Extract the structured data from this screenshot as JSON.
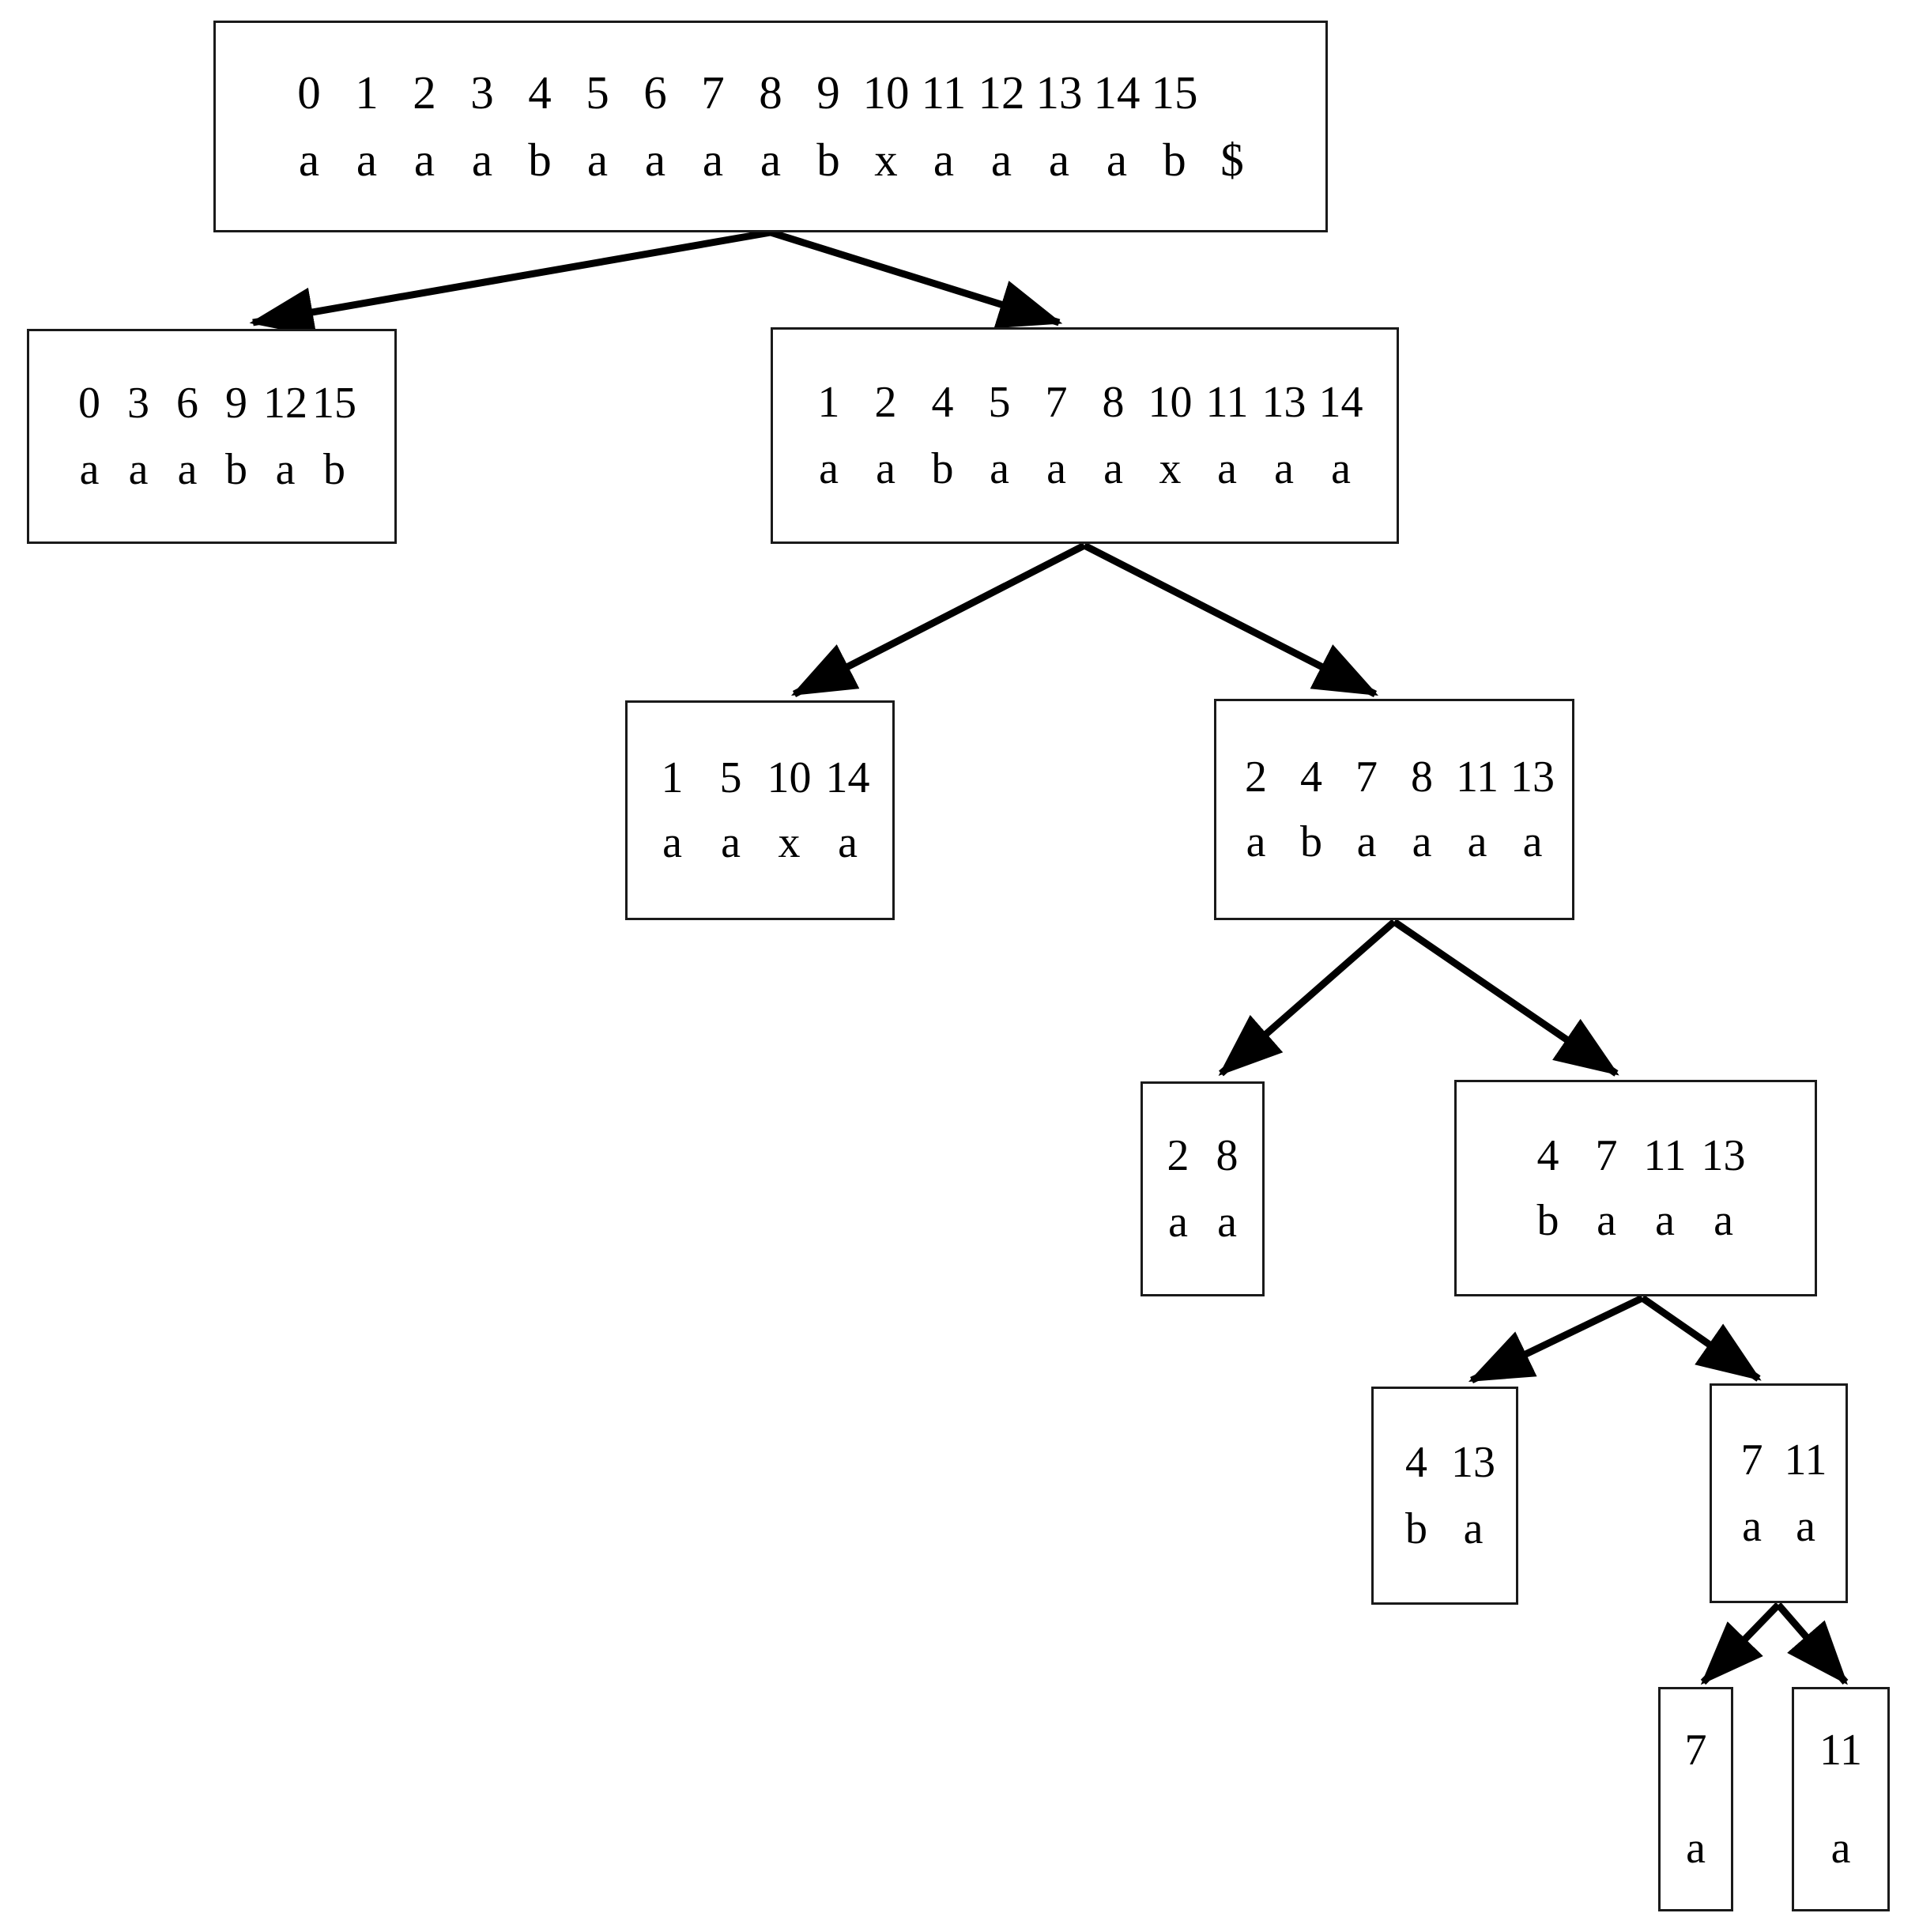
{
  "diagram": {
    "type": "partition-refinement-tree",
    "alphabet": [
      "a",
      "b",
      "x",
      "$"
    ],
    "edge_color": "#000000",
    "box_border_color": "#1a1a1a",
    "background_color": "#ffffff",
    "nodes": [
      {
        "id": "root",
        "level": 0,
        "indices": [
          "0",
          "1",
          "2",
          "3",
          "4",
          "5",
          "6",
          "7",
          "8",
          "9",
          "10",
          "11",
          "12",
          "13",
          "14",
          "15"
        ],
        "chars": [
          "a",
          "a",
          "a",
          "a",
          "b",
          "a",
          "a",
          "a",
          "a",
          "b",
          "x",
          "a",
          "a",
          "a",
          "a",
          "b"
        ],
        "extra_char": "$"
      },
      {
        "id": "l1-left",
        "level": 1,
        "indices": [
          "0",
          "3",
          "6",
          "9",
          "12",
          "15"
        ],
        "chars": [
          "a",
          "a",
          "a",
          "b",
          "a",
          "b"
        ]
      },
      {
        "id": "l1-right",
        "level": 1,
        "indices": [
          "1",
          "2",
          "4",
          "5",
          "7",
          "8",
          "10",
          "11",
          "13",
          "14"
        ],
        "chars": [
          "a",
          "a",
          "b",
          "a",
          "a",
          "a",
          "x",
          "a",
          "a",
          "a"
        ]
      },
      {
        "id": "l2-left",
        "level": 2,
        "indices": [
          "1",
          "5",
          "10",
          "14"
        ],
        "chars": [
          "a",
          "a",
          "x",
          "a"
        ]
      },
      {
        "id": "l2-right",
        "level": 2,
        "indices": [
          "2",
          "4",
          "7",
          "8",
          "11",
          "13"
        ],
        "chars": [
          "a",
          "b",
          "a",
          "a",
          "a",
          "a"
        ]
      },
      {
        "id": "l3-left",
        "level": 3,
        "indices": [
          "2",
          "8"
        ],
        "chars": [
          "a",
          "a"
        ]
      },
      {
        "id": "l3-right",
        "level": 3,
        "indices": [
          "4",
          "7",
          "11",
          "13"
        ],
        "chars": [
          "b",
          "a",
          "a",
          "a"
        ]
      },
      {
        "id": "l4-left",
        "level": 4,
        "indices": [
          "4",
          "13"
        ],
        "chars": [
          "b",
          "a"
        ]
      },
      {
        "id": "l4-right",
        "level": 4,
        "indices": [
          "7",
          "11"
        ],
        "chars": [
          "a",
          "a"
        ]
      },
      {
        "id": "l5-left",
        "level": 5,
        "indices": [
          "7"
        ],
        "chars": [
          "a"
        ]
      },
      {
        "id": "l5-right",
        "level": 5,
        "indices": [
          "11"
        ],
        "chars": [
          "a"
        ]
      }
    ],
    "edges": [
      {
        "from": "root",
        "to": "l1-left"
      },
      {
        "from": "root",
        "to": "l1-right"
      },
      {
        "from": "l1-right",
        "to": "l2-left"
      },
      {
        "from": "l1-right",
        "to": "l2-right"
      },
      {
        "from": "l2-right",
        "to": "l3-left"
      },
      {
        "from": "l2-right",
        "to": "l3-right"
      },
      {
        "from": "l3-right",
        "to": "l4-left"
      },
      {
        "from": "l3-right",
        "to": "l4-right"
      },
      {
        "from": "l4-right",
        "to": "l5-left"
      },
      {
        "from": "l4-right",
        "to": "l5-right"
      }
    ]
  }
}
